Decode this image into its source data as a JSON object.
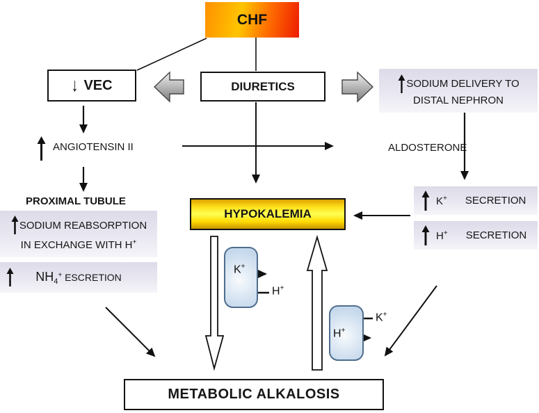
{
  "title": "CHF diuretics metabolic alkalosis pathway",
  "icons": {
    "down_arrow": "↓",
    "up_arrow": "↑"
  },
  "colors": {
    "chf_gradient": [
      "#ff9100",
      "#ffc400",
      "#ee1c00"
    ],
    "hypokalemia_gradient": [
      "#dca300",
      "#ffff52",
      "#c79500"
    ],
    "lavender_box": "#e4e1ed",
    "blue_cell_fill": "#c6d9ec",
    "blue_cell_border": "#4f6e8e",
    "gray_block_arrow": [
      "#f0f0f0",
      "#7d7d7d"
    ]
  },
  "nodes": {
    "chf": "CHF",
    "vec": "VEC",
    "diuretics": "DIURETICS",
    "sodium_delivery_line1": "SODIUM DELIVERY TO",
    "sodium_delivery_line2": "DISTAL NEPHRON",
    "angiotensin": "ANGIOTENSIN II",
    "aldosterone": "ALDOSTERONE",
    "proximal_tubule": "PROXIMAL TUBULE",
    "sodium_reabsorption_line1": "SODIUM REABSORPTION",
    "sodium_reabsorption_line2": "IN EXCHANGE WITH H",
    "sodium_reabsorption_sup": "+",
    "nh4_base": "NH",
    "nh4_sub": "4",
    "nh4_sup": "+",
    "nh4_rest": "ESCRETION",
    "hypokalemia": "HYPOKALEMIA",
    "k_secretion_ion": "K",
    "k_secretion_sup": "+",
    "k_secretion_label": "SECRETION",
    "h_secretion_ion": "H",
    "h_secretion_sup": "+",
    "h_secretion_label": "SECRETION",
    "metabolic_alkalosis": "METABOLIC ALKALOSIS"
  },
  "exchange_cells": {
    "cell1_inside_ion": "K",
    "cell1_inside_sup": "+",
    "cell1_outside_ion": "H",
    "cell1_outside_sup": "+",
    "cell2_outside_ion": "K",
    "cell2_outside_sup": "+",
    "cell2_inside_ion": "H",
    "cell2_inside_sup": "+"
  }
}
